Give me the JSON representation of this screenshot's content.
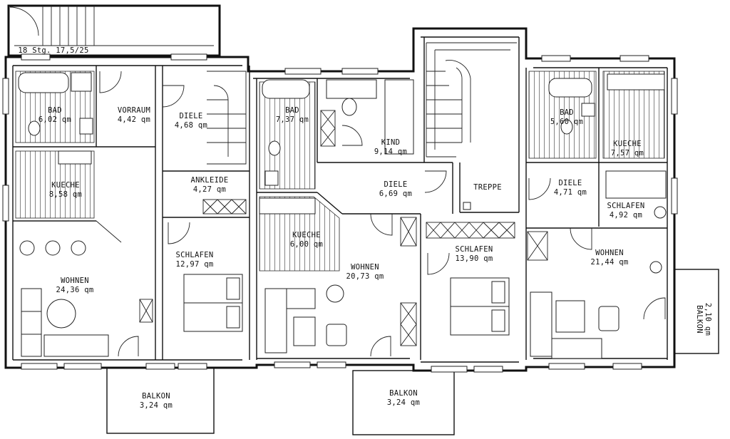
{
  "plan": {
    "stair_note": "18 Stg. 17,5/25",
    "rooms": [
      {
        "id": "bad-left",
        "name": "BAD",
        "area": "6,02 qm"
      },
      {
        "id": "vorraum",
        "name": "VORRAUM",
        "area": "4,42 qm"
      },
      {
        "id": "diele-left",
        "name": "DIELE",
        "area": "4,68 qm"
      },
      {
        "id": "kueche-left",
        "name": "KUECHE",
        "area": "8,58 qm"
      },
      {
        "id": "ankleide",
        "name": "ANKLEIDE",
        "area": "4,27 qm"
      },
      {
        "id": "schlafen-left",
        "name": "SCHLAFEN",
        "area": "12,97 qm"
      },
      {
        "id": "wohnen-left",
        "name": "WOHNEN",
        "area": "24,36 qm"
      },
      {
        "id": "bad-middle",
        "name": "BAD",
        "area": "7,37 qm"
      },
      {
        "id": "kind",
        "name": "KIND",
        "area": "9,14 qm"
      },
      {
        "id": "diele-middle",
        "name": "DIELE",
        "area": "6,69 qm"
      },
      {
        "id": "kueche-middle",
        "name": "KUECHE",
        "area": "6,00 qm"
      },
      {
        "id": "wohnen-middle",
        "name": "WOHNEN",
        "area": "20,73 qm"
      },
      {
        "id": "treppe",
        "name": "TREPPE",
        "area": ""
      },
      {
        "id": "schlafen-middle",
        "name": "SCHLAFEN",
        "area": "13,90 qm"
      },
      {
        "id": "bad-right",
        "name": "BAD",
        "area": "5,60 qm"
      },
      {
        "id": "kueche-right",
        "name": "KUECHE",
        "area": "7,57 qm"
      },
      {
        "id": "diele-right",
        "name": "DIELE",
        "area": "4,71 qm"
      },
      {
        "id": "schlafen-right",
        "name": "SCHLAFEN",
        "area": "4,92 qm"
      },
      {
        "id": "wohnen-right",
        "name": "WOHNEN",
        "area": "21,44 qm"
      },
      {
        "id": "balkon-left",
        "name": "BALKON",
        "area": "3,24 qm"
      },
      {
        "id": "balkon-middle",
        "name": "BALKON",
        "area": "3,24 qm"
      },
      {
        "id": "balkon-right",
        "name": "BALKON",
        "area": "2,10 qm"
      }
    ]
  }
}
